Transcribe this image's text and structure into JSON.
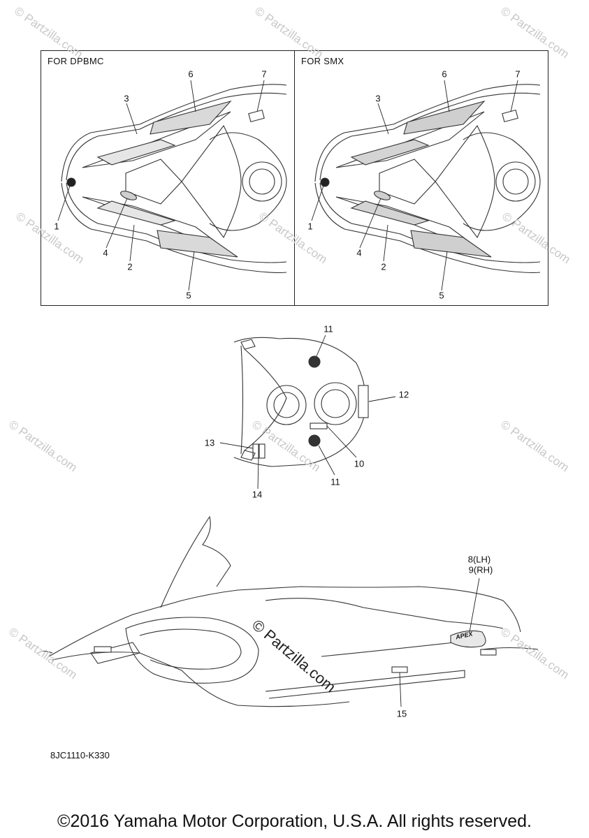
{
  "panels": {
    "left_title": "FOR DPBMC",
    "right_title": "FOR SMX"
  },
  "callouts": {
    "l1": "1",
    "l2": "2",
    "l3": "3",
    "l4": "4",
    "l5": "5",
    "l6": "6",
    "l7": "7",
    "r1": "1",
    "r2": "2",
    "r3": "3",
    "r4": "4",
    "r5": "5",
    "r6": "6",
    "r7": "7",
    "c10": "10",
    "c11a": "11",
    "c11b": "11",
    "c12": "12",
    "c13": "13",
    "c14": "14",
    "c8": "8(LH)",
    "c9": "9(RH)",
    "c15": "15"
  },
  "part_code": "8JC1110-K330",
  "copyright": "©2016 Yamaha Motor Corporation, U.S.A. All rights reserved.",
  "watermark": "© Partzilla.com",
  "decal_badge": "APEX"
}
